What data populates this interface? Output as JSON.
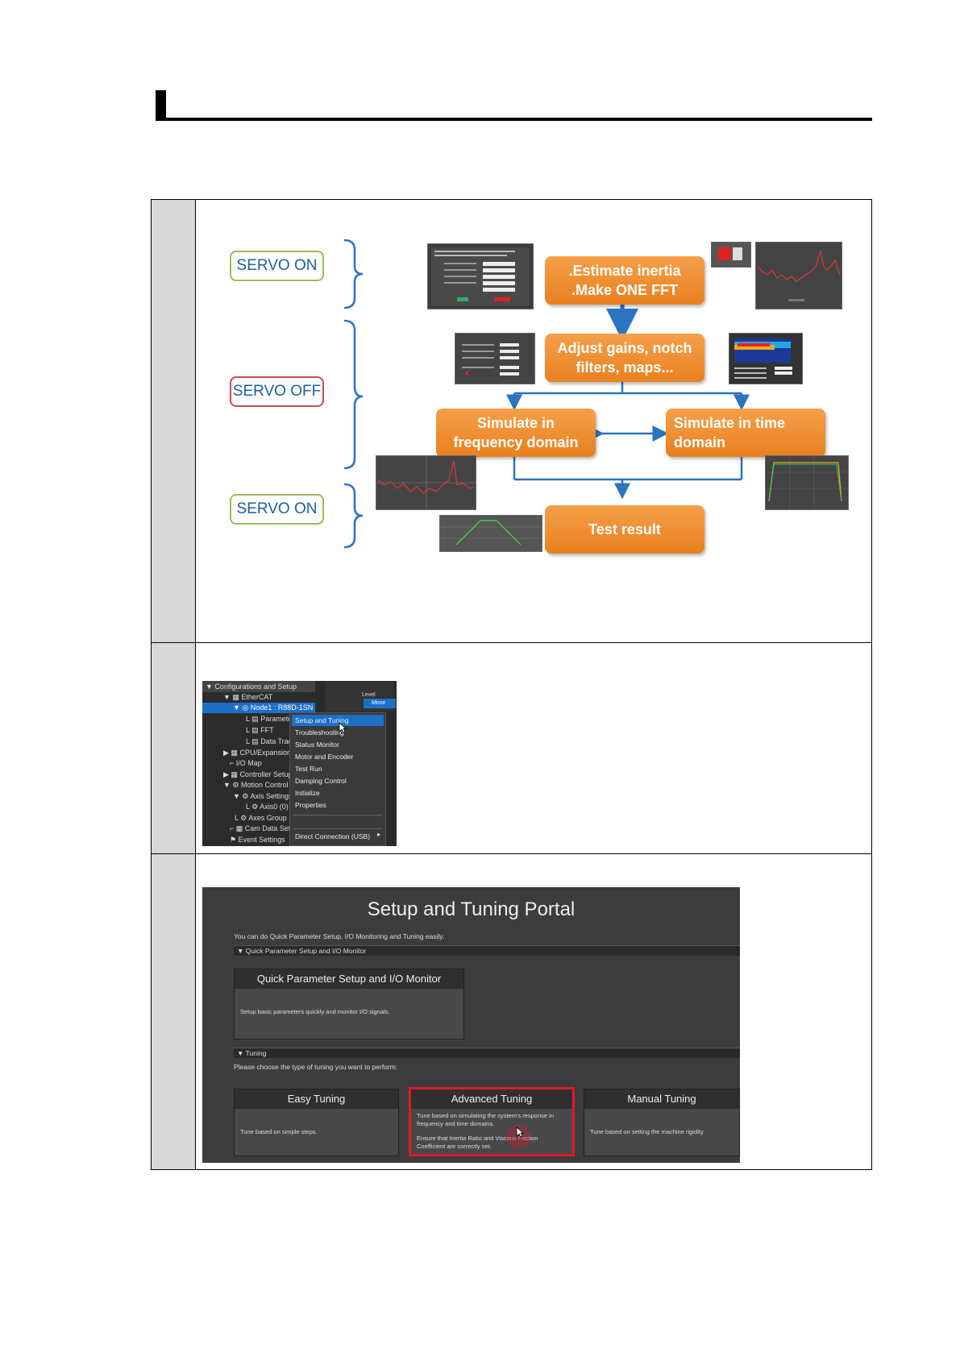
{
  "flow": {
    "servo_top": "SERVO ON",
    "servo_mid": "SERVO OFF",
    "servo_bottom": "SERVO  ON",
    "box_estimate": ".Estimate inertia\n.Make ONE FFT",
    "box_adjust": "Adjust gains, notch\nfilters, maps...",
    "box_freq": "Simulate in\nfrequency domain",
    "box_time": "Simulate in time\ndomain",
    "box_test": "Test result"
  },
  "context_menu": {
    "tree": [
      "Configurations and Setup",
      "EtherCAT",
      "Node1 : R88D-1SN",
      "Paramete",
      "FFT",
      "Data Trac",
      "CPU/Expansion R",
      "I/O Map",
      "Controller Setup",
      "Motion Control S",
      "Axis Settings",
      "Axis0 (0)",
      "Axes Group S",
      "Cam Data Setting",
      "Event Settings"
    ],
    "level_label": "Level",
    "level_value": "Minor",
    "items": [
      "Setup and Tuning",
      "Troubleshooting",
      "Status Monitor",
      "Motor and Encoder",
      "Test Run",
      "Damping Control",
      "Initialize",
      "Properties",
      "Direct Connection (USB)"
    ]
  },
  "portal": {
    "title": "Setup and Tuning Portal",
    "intro": "You can do Quick Parameter Setup, I/O Monitoring and Tuning easily.",
    "section_quick": "▼ Quick Parameter Setup and I/O Monitor",
    "quick_card_title": "Quick Parameter Setup and I/O Monitor",
    "quick_card_desc": "Setup basic parameters quickly and monitor I/O signals.",
    "section_tuning": "▼ Tuning",
    "choose": "Please choose the type of tuning you want to perform:",
    "easy_title": "Easy Tuning",
    "easy_desc": "Tune based on simple steps.",
    "advanced_title": "Advanced Tuning",
    "advanced_desc1": "Tune based on simulating the system's response in",
    "advanced_desc2": "frequency and time domains.",
    "advanced_desc3": "Ensure that Inertia Ratio and Viscous Friction",
    "advanced_desc4": "Coefficient are correctly set.",
    "manual_title": "Manual Tuning",
    "manual_desc": "Tune based on setting the machine rigidity."
  },
  "colors": {
    "orange": "#ee8a2a",
    "arrow_blue": "#2a74c0",
    "servo_on_border": "#9bbb59",
    "servo_off_border": "#c0504d",
    "highlight_red": "#e0192e"
  }
}
